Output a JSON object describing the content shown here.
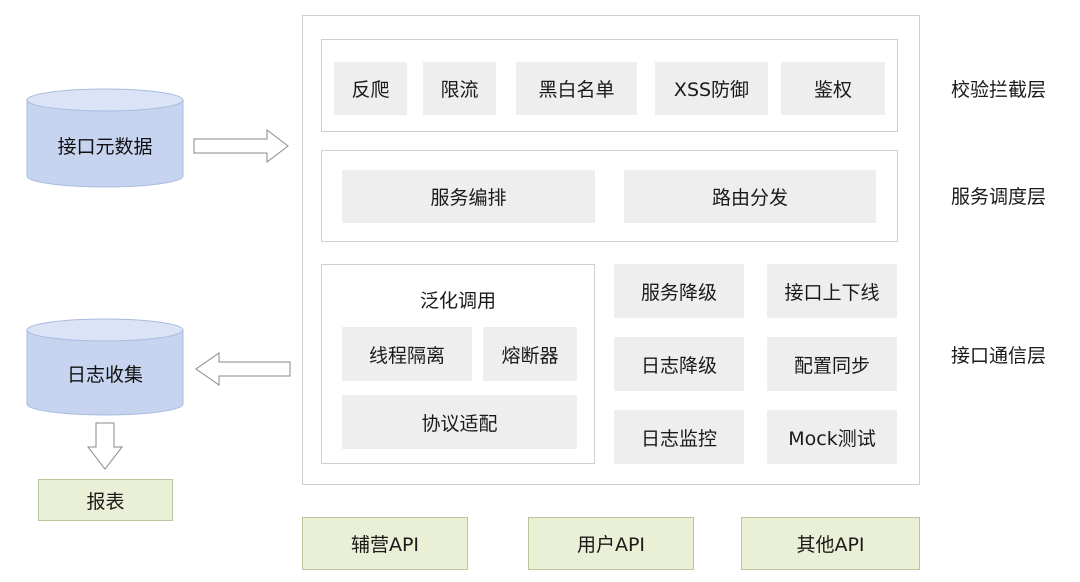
{
  "left": {
    "metadata_store": "接口元数据",
    "log_collect": "日志收集",
    "report": "报表"
  },
  "layers": {
    "check": "校验拦截层",
    "schedule": "服务调度层",
    "comm": "接口通信层"
  },
  "check_items": [
    "反爬",
    "限流",
    "黑白名单",
    "XSS防御",
    "鉴权"
  ],
  "schedule_items": [
    "服务编排",
    "路由分发"
  ],
  "generic_call": {
    "title": "泛化调用",
    "thread_isolation": "线程隔离",
    "circuit_breaker": "熔断器",
    "protocol_adapt": "协议适配"
  },
  "comm_grid": [
    "服务降级",
    "接口上下线",
    "日志降级",
    "配置同步",
    "日志监控",
    "Mock测试"
  ],
  "apis": [
    "辅营API",
    "用户API",
    "其他API"
  ],
  "colors": {
    "cylinder_fill": "#c7d4ef",
    "cylinder_stroke": "#9fb3dc",
    "api_fill": "#e9f0d6",
    "box_fill": "#eeeeee"
  }
}
